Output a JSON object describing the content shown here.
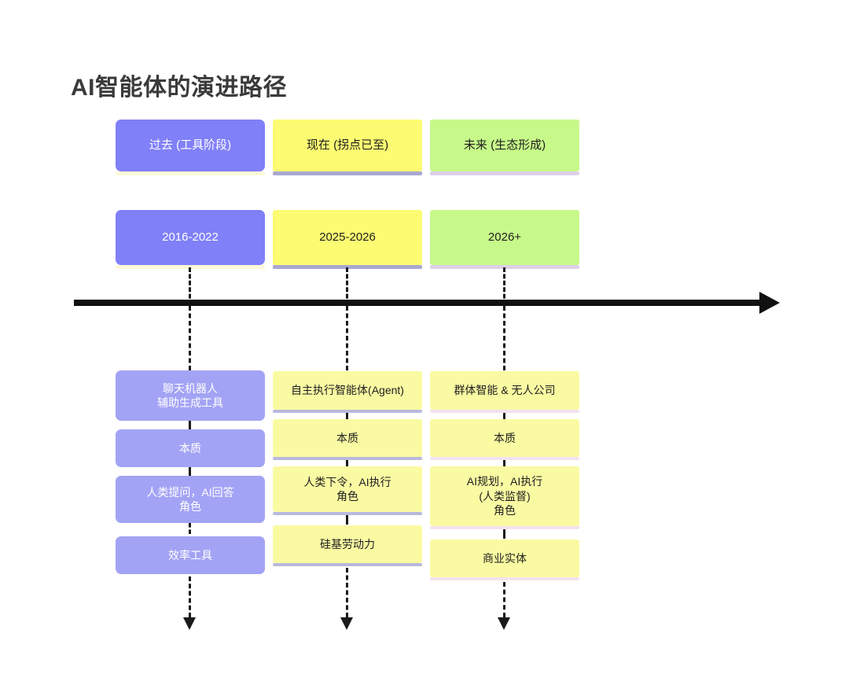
{
  "page": {
    "title": "AI智能体的演进路径",
    "background": "#ffffff",
    "title_color": "#3a3a3a"
  },
  "colors": {
    "purple_strong": "#8080f8",
    "purple_light": "#a3a3f5",
    "yellow_strong": "#fcfb72",
    "yellow_light": "#fafaa3",
    "green_strong": "#c7f98a",
    "shadow_purple": "#a8a8d0",
    "shadow_lilac": "#ddd0ea",
    "axis": "#111111",
    "text_dark": "#1f1f1f",
    "text_light": "#ffffff"
  },
  "timeline": {
    "axis_label": "time-axis",
    "arrow_direction": "right"
  },
  "columns": [
    {
      "id": "past",
      "header": "过去 (工具阶段)",
      "header_fill": "#8080f8",
      "header_text_color": "#ffffff",
      "header_shadow": "#fdf9d8",
      "date": "2016-2022",
      "date_fill": "#8080f8",
      "date_text_color": "#ffffff",
      "date_shadow": "#fdf9d8",
      "body_fill": "#a3a3f5",
      "body_text_color": "#ffffff",
      "body_shadow": "#ffffff",
      "items": [
        {
          "label": "聊天机器人\n辅助生成工具"
        },
        {
          "label": "本质"
        },
        {
          "label": "人类提问，AI回答\n角色"
        },
        {
          "label": "效率工具"
        }
      ]
    },
    {
      "id": "present",
      "header": "现在 (拐点已至)",
      "header_fill": "#fcfb72",
      "header_text_color": "#1f1f1f",
      "header_shadow": "#a8a8d0",
      "date": "2025-2026",
      "date_fill": "#fcfb72",
      "date_text_color": "#1f1f1f",
      "date_shadow": "#a8a8d0",
      "body_fill": "#fafaa3",
      "body_text_color": "#1f1f1f",
      "body_shadow": "#b9b9dd",
      "items": [
        {
          "label": "自主执行智能体(Agent)"
        },
        {
          "label": "本质"
        },
        {
          "label": "人类下令，AI执行\n角色"
        },
        {
          "label": "硅基劳动力"
        }
      ]
    },
    {
      "id": "future",
      "header": "未来 (生态形成)",
      "header_fill": "#c7f98a",
      "header_text_color": "#1f1f1f",
      "header_shadow": "#ddd0ea",
      "date": "2026+",
      "date_fill": "#c7f98a",
      "date_text_color": "#1f1f1f",
      "date_shadow": "#ddd0ea",
      "body_fill": "#fafaa3",
      "body_text_color": "#1f1f1f",
      "body_shadow": "#f3e2f0",
      "items": [
        {
          "label": "群体智能 & 无人公司"
        },
        {
          "label": "本质"
        },
        {
          "label": "AI规划，AI执行\n(人类监督)\n角色"
        },
        {
          "label": "商业实体"
        }
      ]
    }
  ]
}
